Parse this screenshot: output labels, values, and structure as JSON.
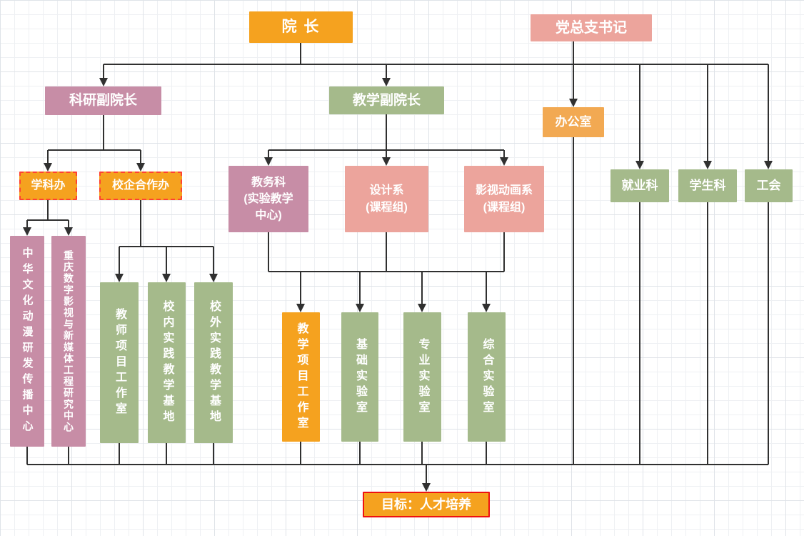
{
  "palette": {
    "orange": "#F5A21F",
    "office_orange": "#F2A952",
    "salmon": "#ECA49C",
    "mauve": "#C78DA6",
    "green": "#A5BA8B",
    "dashed_border_red": "#FF4132",
    "goal_border_red": "#EE1111",
    "connector_line": "#303030",
    "text": "#FFFFFF"
  },
  "nodes": {
    "dean": {
      "label": "院 长"
    },
    "party_secretary": {
      "label": "党总支书记"
    },
    "research_vice_dean": {
      "label": "科研副院长"
    },
    "teaching_vice_dean": {
      "label": "教学副院长"
    },
    "office": {
      "label": "办公室"
    },
    "discipline_office": {
      "label": "学科办"
    },
    "school_enterprise_office": {
      "label": "校企合作办"
    },
    "academic_affairs": {
      "label": "教务科\n(实验教学\n中心)"
    },
    "design_dept": {
      "label": "设计系\n(课程组)"
    },
    "film_animation_dept": {
      "label": "影视动画系\n(课程组)"
    },
    "employment_section": {
      "label": "就业科"
    },
    "student_section": {
      "label": "学生科"
    },
    "labor_union": {
      "label": "工会"
    },
    "culture_center": {
      "label": "中华文化动漫研发传播中心"
    },
    "chongqing_center": {
      "label": "重庆数字影视与新媒体工程研究中心"
    },
    "teacher_studio": {
      "label": "教师项目工作室"
    },
    "oncampus_base": {
      "label": "校内实践教学基地"
    },
    "offcampus_base": {
      "label": "校外实践教学基地"
    },
    "teaching_studio": {
      "label": "教学项目工作室"
    },
    "basic_lab": {
      "label": "基础实验室"
    },
    "professional_lab": {
      "label": "专业实验室"
    },
    "comprehensive_lab": {
      "label": "综合实验室"
    },
    "goal": {
      "label": "目标：人才培养"
    }
  }
}
